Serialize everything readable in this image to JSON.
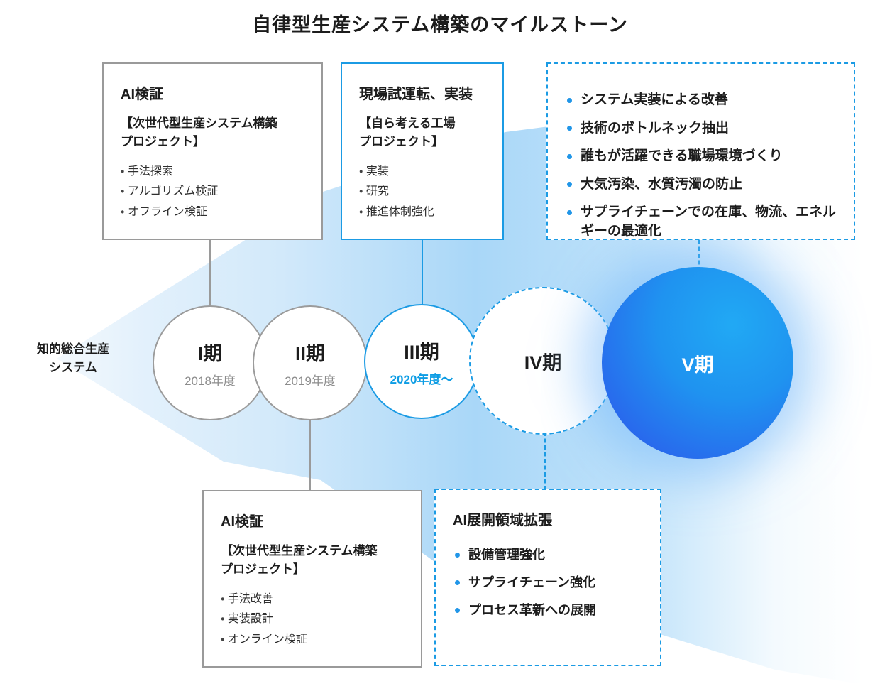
{
  "title": "自律型生産システム構築のマイルストーン",
  "side_label": "知的総合生産\nシステム",
  "colors": {
    "accent_blue": "#1B9BE4",
    "bullet_blue": "#2196E8",
    "gray_border": "#9A9A9A",
    "year_gray": "#8C8C8C",
    "phase5_gradient_start": "#21A9F4",
    "phase5_gradient_end": "#3D55E9"
  },
  "phases": [
    {
      "label": "I期",
      "year": "2018年度"
    },
    {
      "label": "II期",
      "year": "2019年度"
    },
    {
      "label": "III期",
      "year": "2020年度～"
    },
    {
      "label": "IV期",
      "year": ""
    },
    {
      "label": "V期",
      "year": ""
    }
  ],
  "boxes": {
    "top_left": {
      "title": "AI検証",
      "subtitle": "【次世代型生産システム構築\nプロジェクト】",
      "bullets": [
        "手法探索",
        "アルゴリズム検証",
        "オフライン検証"
      ]
    },
    "top_middle": {
      "title": "現場試運転、実装",
      "subtitle": "【自ら考える工場\nプロジェクト】",
      "bullets": [
        "実装",
        "研究",
        "推進体制強化"
      ]
    },
    "top_right": {
      "bullets": [
        "システム実装による改善",
        "技術のボトルネック抽出",
        "誰もが活躍できる職場環境づくり",
        "大気汚染、水質汚濁の防止",
        "サプライチェーンでの在庫、物流、エネルギーの最適化"
      ]
    },
    "bottom_left": {
      "title": "AI検証",
      "subtitle": "【次世代型生産システム構築\nプロジェクト】",
      "bullets": [
        "手法改善",
        "実装設計",
        "オンライン検証"
      ]
    },
    "bottom_right": {
      "title": "AI展開領域拡張",
      "bullets": [
        "設備管理強化",
        "サプライチェーン強化",
        "プロセス革新への展開"
      ]
    }
  }
}
